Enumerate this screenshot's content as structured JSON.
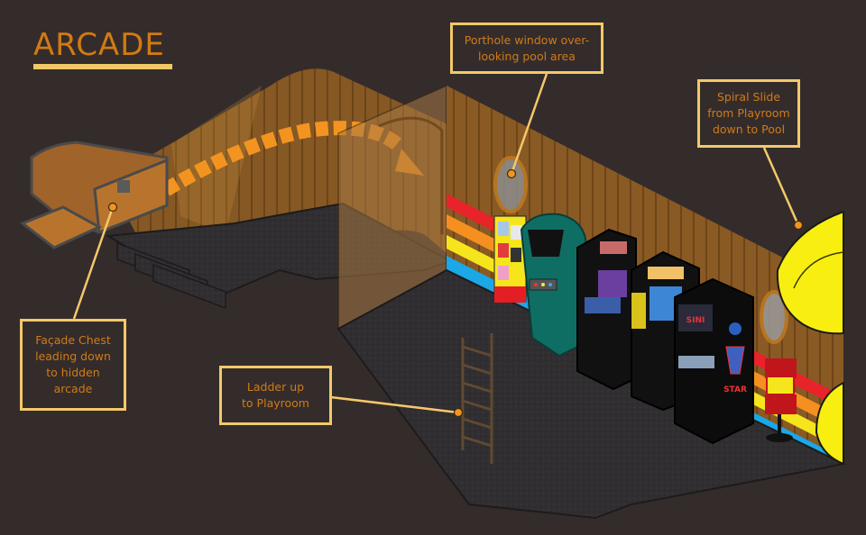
{
  "title": "ARCADE",
  "colors": {
    "background": "#342c2b",
    "title_text": "#d37a12",
    "accent_yellow": "#f4c86a",
    "callout_text": "#d07a18",
    "wood": "#8a5a24",
    "carpet": "#2f2d2e",
    "marker": "#f39420"
  },
  "callouts": [
    {
      "id": "porthole",
      "text": "Porthole window over-\nlooking pool area"
    },
    {
      "id": "slide",
      "text": "Spiral Slide\nfrom Playroom\ndown to Pool"
    },
    {
      "id": "chest",
      "text": "Façade Chest\nleading down\nto hidden\narcade"
    },
    {
      "id": "ladder",
      "text": "Ladder up\nto Playroom"
    }
  ],
  "scene": {
    "cabinets": [
      {
        "name": "teal-retro-cabinet"
      },
      {
        "name": "double-dragon-cabinet"
      },
      {
        "name": "tall-cabinet"
      },
      {
        "name": "sinistar-cabinet",
        "marquee": "SINISTAR"
      }
    ]
  }
}
